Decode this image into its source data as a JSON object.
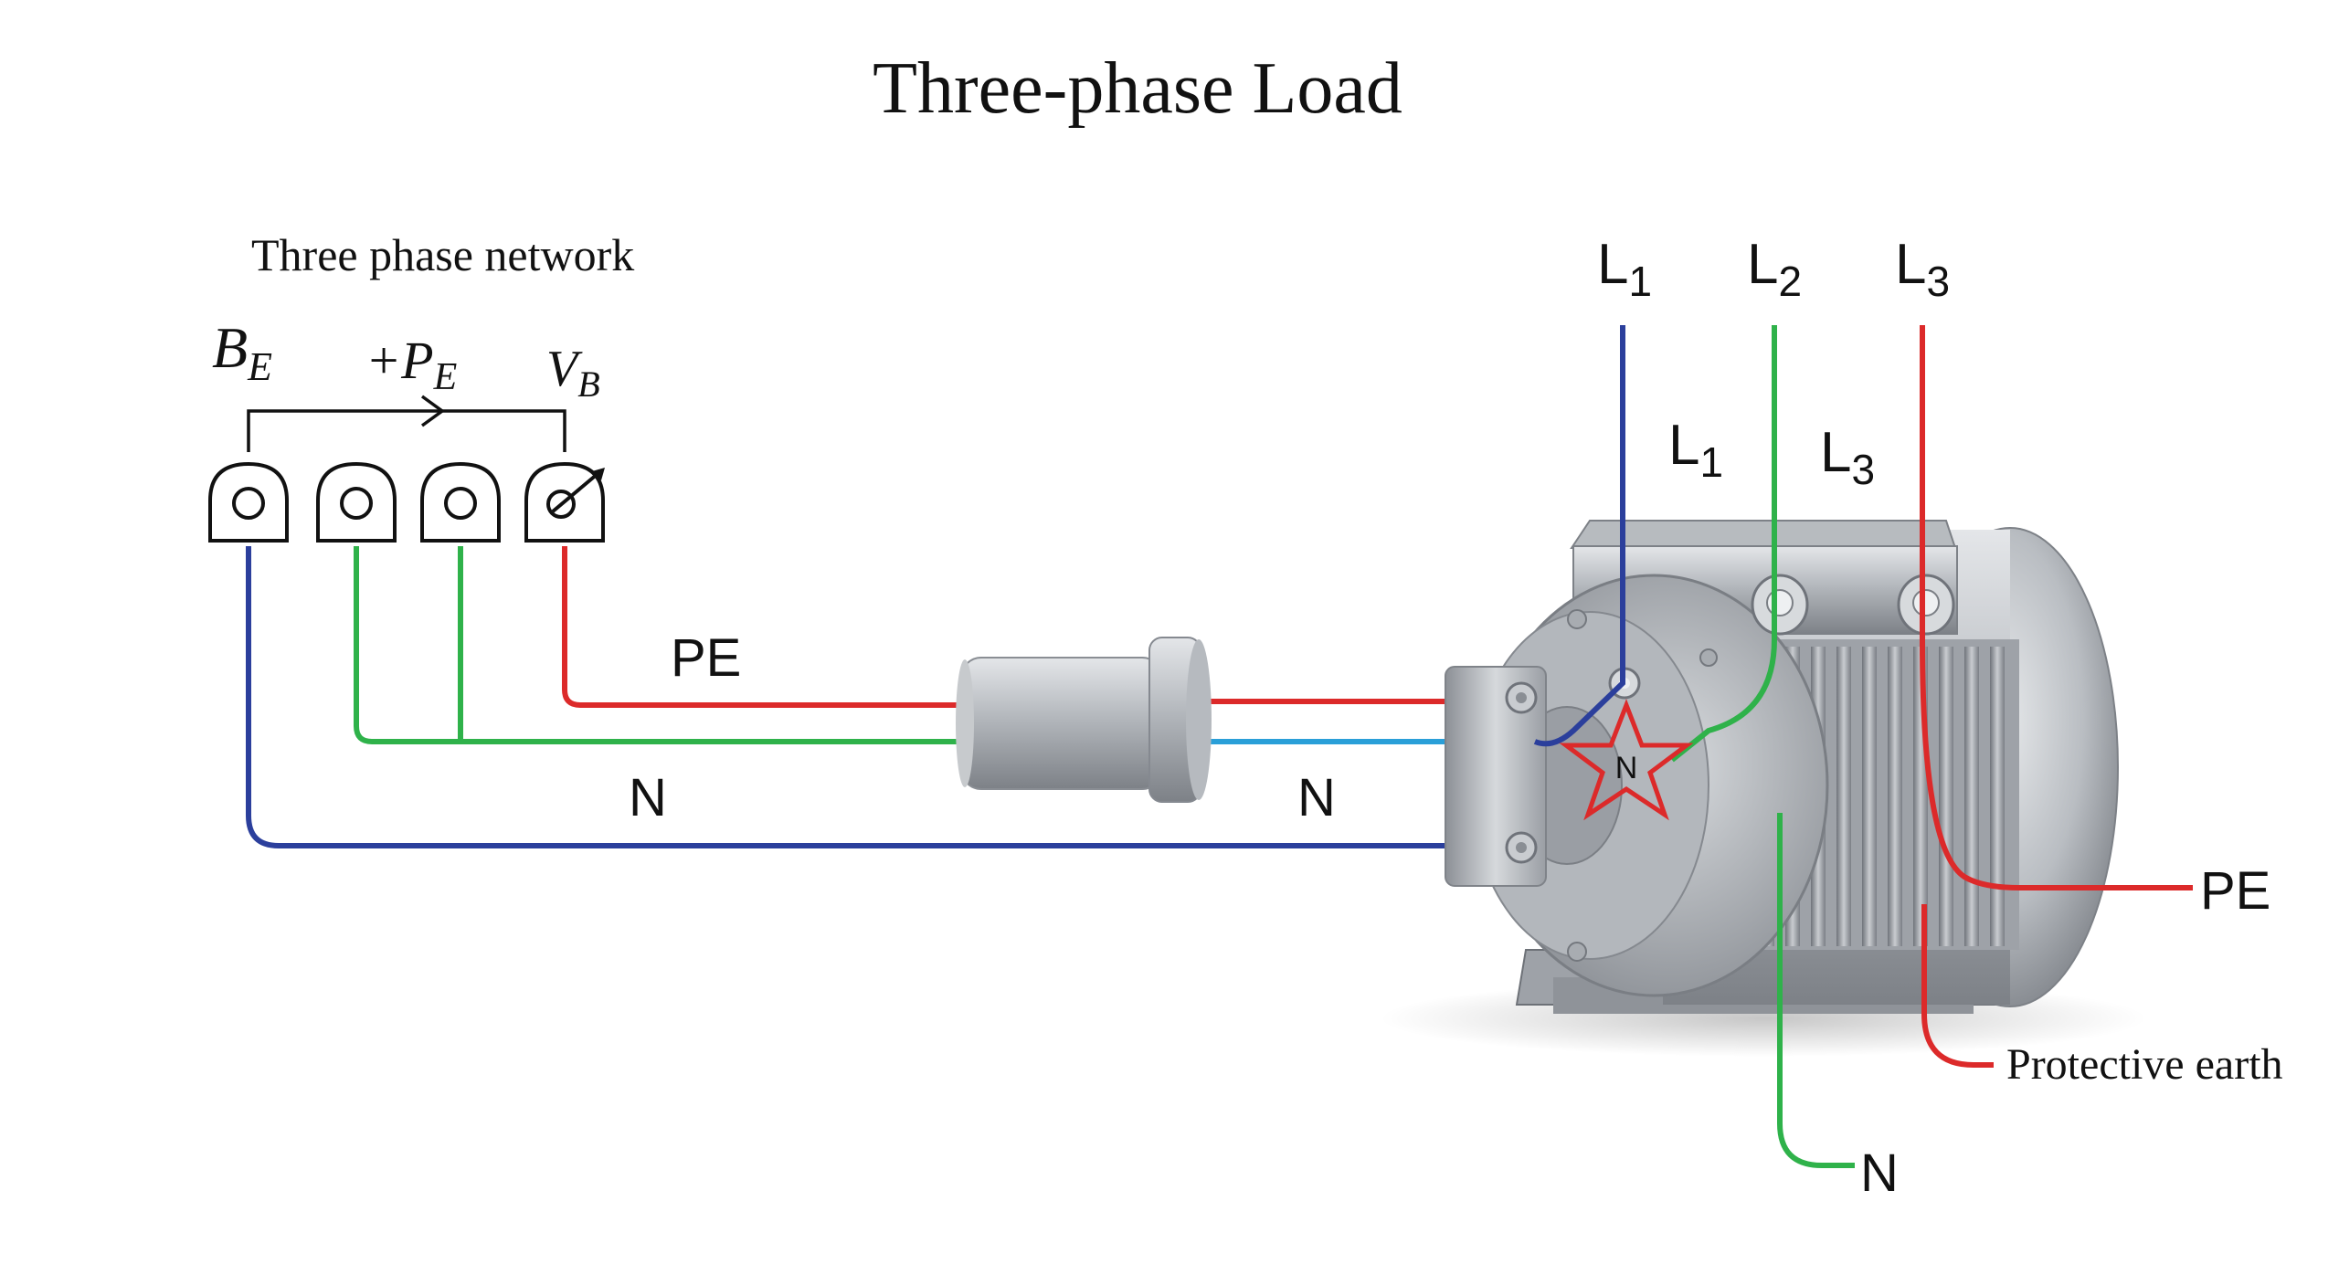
{
  "title": "Three-phase Load",
  "network": {
    "label": "Three phase network",
    "symbols": {
      "b": {
        "main": "B",
        "sub": "E"
      },
      "p": {
        "main": "+P",
        "sub": "E"
      },
      "v": {
        "main": "V",
        "sub": "B"
      }
    }
  },
  "wire_labels": {
    "pe_left": "PE",
    "n_left": "N",
    "n_mid": "N",
    "pe_right": "PE",
    "protective_earth": "Protective earth",
    "n_bottom": "N",
    "star_n": "N"
  },
  "phase_labels": {
    "top": [
      {
        "main": "L",
        "sub": "1"
      },
      {
        "main": "L",
        "sub": "2"
      },
      {
        "main": "L",
        "sub": "3"
      }
    ],
    "inner": [
      {
        "main": "L",
        "sub": "1"
      },
      {
        "main": "L",
        "sub": "3"
      }
    ]
  },
  "colors": {
    "red": "#dc2a2a",
    "green": "#2fb24a",
    "blue": "#2b3f9c",
    "cyan": "#2a9fd8",
    "ink": "#111111",
    "metal": "#a9adb2"
  }
}
